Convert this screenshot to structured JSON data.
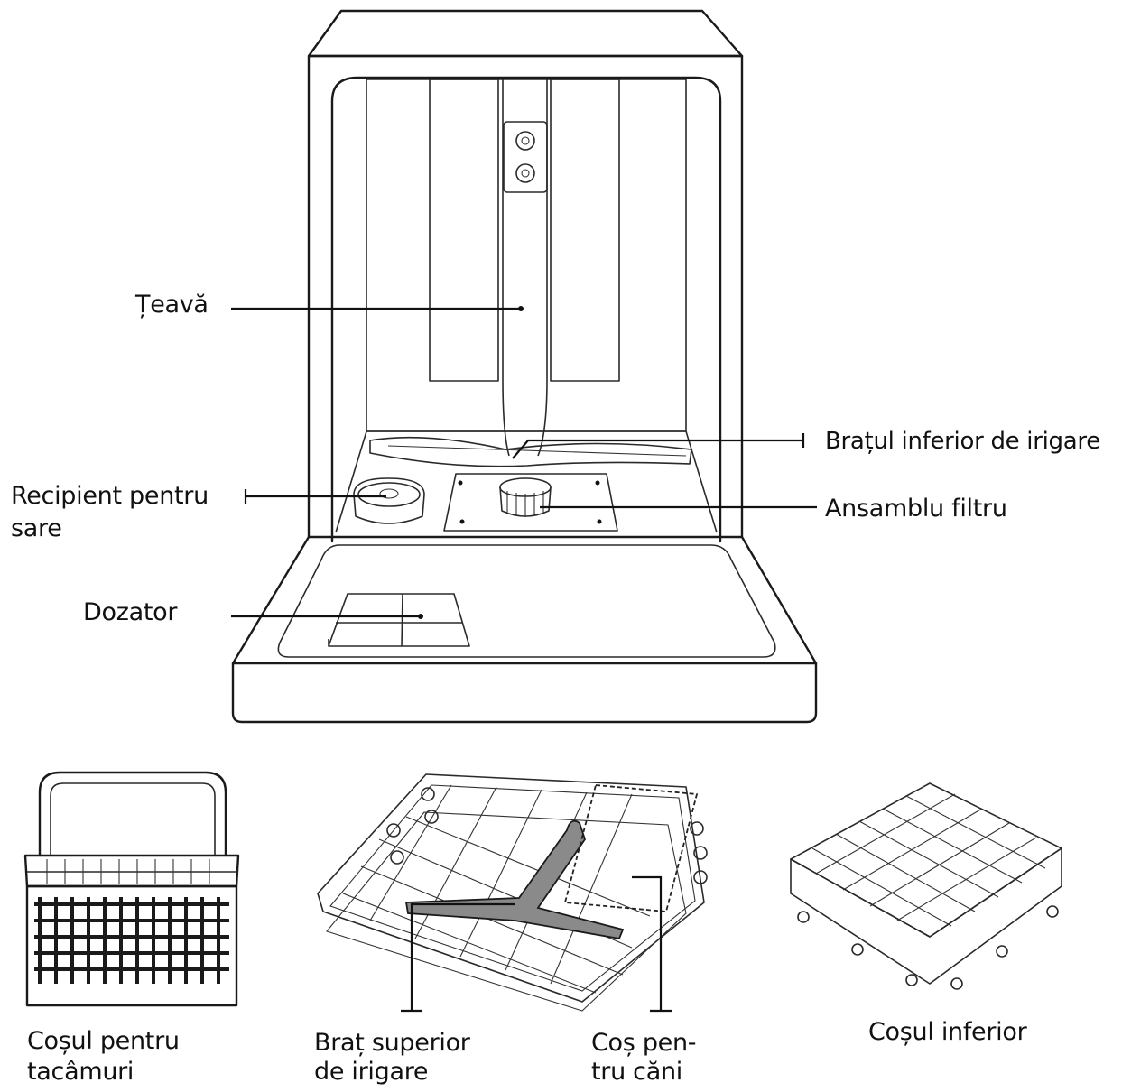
{
  "labels": {
    "teava": "Țeavă",
    "bratul_inferior": "Brațul inferior de irigare",
    "recipient_line1": "Recipient pentru",
    "recipient_line2": "sare",
    "ansamblu": "Ansamblu filtru",
    "dozator": "Dozator",
    "cosul_tacamuri_line1": "Coșul pentru",
    "cosul_tacamuri_line2": "tacâmuri",
    "brat_superior_line1": "Braț superior",
    "brat_superior_line2": "de irigare",
    "cos_cani_line1": "Coș pen-",
    "cos_cani_line2": "tru căni",
    "cosul_inferior": "Coșul inferior"
  },
  "colors": {
    "stroke": "#1a1a1a",
    "background": "#ffffff",
    "text": "#111111",
    "arm_fill": "#8a8a8a"
  }
}
